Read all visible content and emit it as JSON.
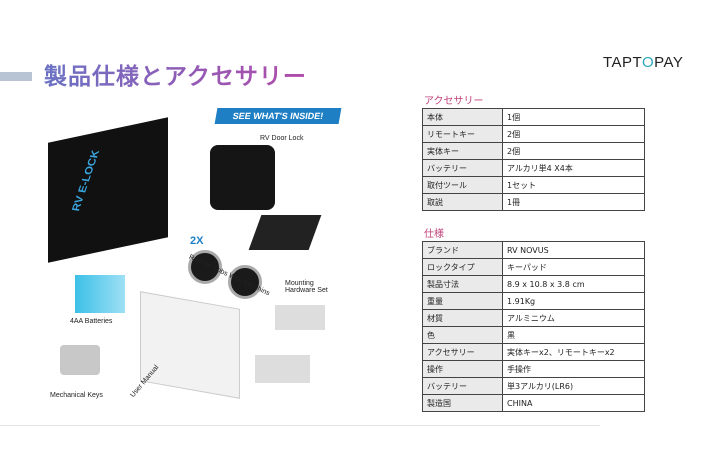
{
  "header": {
    "title": "製品仕様とアクセサリー",
    "logo": "TAPTOPAY"
  },
  "photo": {
    "banner": "SEE WHAT'S INSIDE!",
    "box_brand": "RV E-LOCK",
    "labels": [
      "RV Door Lock",
      "2X",
      "Remote Fobs With Keychins",
      "Mounting Hardware Set",
      "4AA Batteries",
      "Mechanical Keys",
      "User Manual"
    ]
  },
  "accessories": {
    "title": "アクセサリー",
    "rows": [
      {
        "k": "本体",
        "v": "1個"
      },
      {
        "k": "リモートキー",
        "v": "2個"
      },
      {
        "k": "実体キー",
        "v": "2個"
      },
      {
        "k": "バッテリー",
        "v": "アルカリ単4 X4本"
      },
      {
        "k": "取付ツール",
        "v": "1セット"
      },
      {
        "k": "取説",
        "v": "1冊"
      }
    ]
  },
  "specs": {
    "title": "仕様",
    "rows": [
      {
        "k": "ブランド",
        "v": "RV NOVUS"
      },
      {
        "k": "ロックタイプ",
        "v": "キーパッド"
      },
      {
        "k": "製品寸法",
        "v": "8.9 x 10.8 x 3.8 cm"
      },
      {
        "k": "重量",
        "v": "1.91Kg"
      },
      {
        "k": "材質",
        "v": "アルミニウム"
      },
      {
        "k": "色",
        "v": "黒"
      },
      {
        "k": "アクセサリー",
        "v": "実体キーx2、リモートキーx2"
      },
      {
        "k": "操作",
        "v": "手操作"
      },
      {
        "k": "バッテリー",
        "v": "単3アルカリ(LR6)"
      },
      {
        "k": "製造国",
        "v": "CHINA"
      }
    ]
  }
}
